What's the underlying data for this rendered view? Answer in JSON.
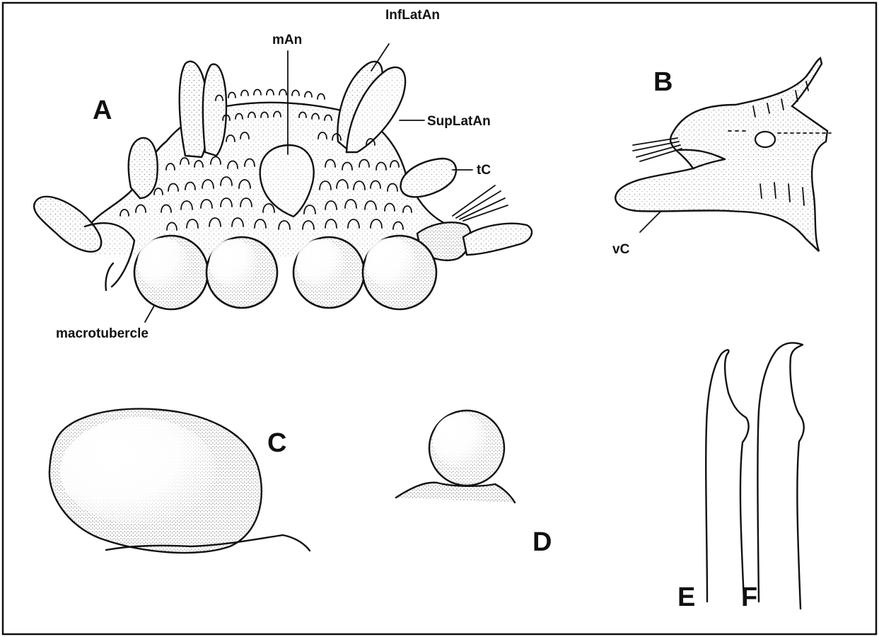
{
  "panels": {
    "A": "A",
    "B": "B",
    "C": "C",
    "D": "D",
    "E": "E",
    "F": "F"
  },
  "labels": {
    "mAn": "mAn",
    "InfLatAn": "InfLatAn",
    "SupLatAn": "SupLatAn",
    "tC": "tC",
    "vC": "vC",
    "macrotubercle": "macrotubercle"
  }
}
